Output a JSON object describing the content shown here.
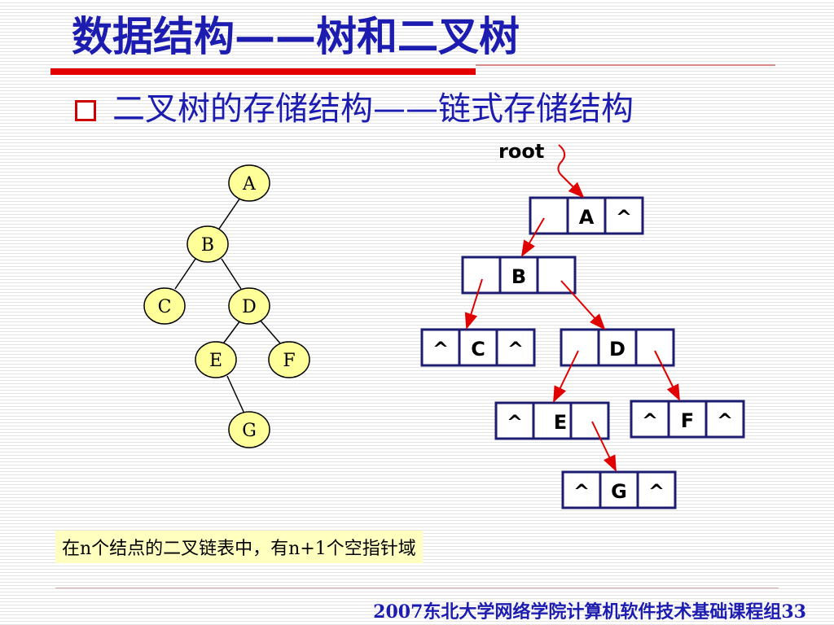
{
  "slide": {
    "title": "数据结构——树和二叉树",
    "subtitle": "二叉树的存储结构——链式存储结构",
    "note": "在n个结点的二叉链表中，有n+1个空指针域",
    "footer": "2007东北大学网络学院计算机软件技术基础课程组33"
  },
  "tree": {
    "nodes": [
      "A",
      "B",
      "C",
      "D",
      "E",
      "F",
      "G"
    ],
    "edges": [
      [
        "A",
        "B"
      ],
      [
        "B",
        "C"
      ],
      [
        "B",
        "D"
      ],
      [
        "D",
        "E"
      ],
      [
        "D",
        "F"
      ],
      [
        "E",
        "G"
      ]
    ]
  },
  "linked_list": {
    "root_label": "root",
    "null_symbol": "^",
    "nodes": [
      {
        "id": "A",
        "left": "",
        "data": "A",
        "right": "^"
      },
      {
        "id": "B",
        "left": "",
        "data": "B",
        "right": ""
      },
      {
        "id": "C",
        "left": "^",
        "data": "C",
        "right": "^"
      },
      {
        "id": "D",
        "left": "",
        "data": "D",
        "right": ""
      },
      {
        "id": "E",
        "left": "^",
        "data": "E",
        "right": ""
      },
      {
        "id": "F",
        "left": "^",
        "data": "F",
        "right": "^"
      },
      {
        "id": "G",
        "left": "^",
        "data": "G",
        "right": "^"
      }
    ]
  },
  "colors": {
    "title": "#1c1cb0",
    "accent_red": "#e40000",
    "arrow": "#e00000",
    "tree_node_fill": "#ffff99",
    "note_background": "#ffffc0"
  }
}
